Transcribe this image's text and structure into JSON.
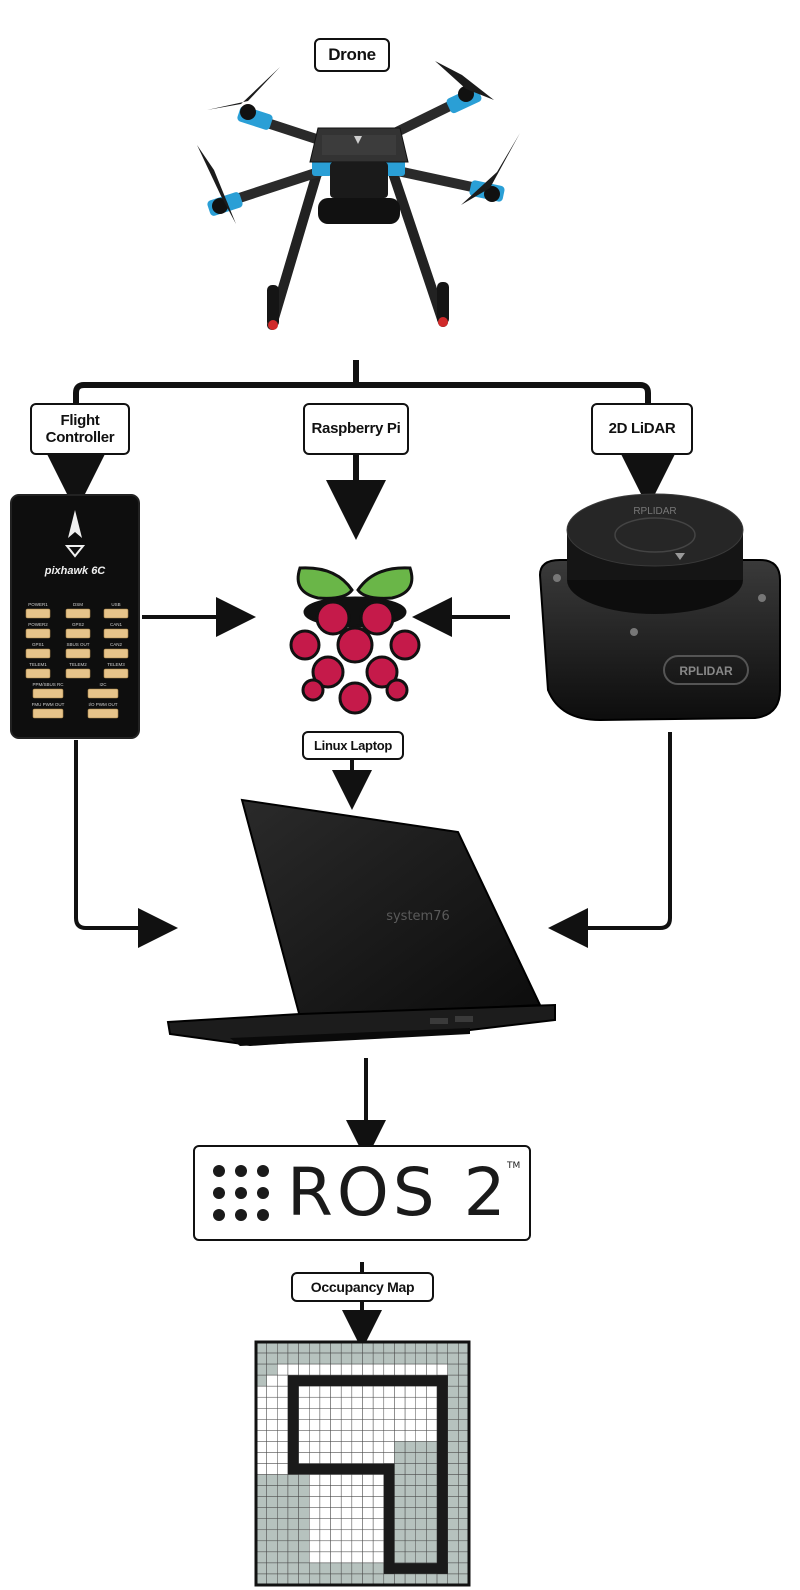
{
  "labels": {
    "drone": "Drone",
    "flight_controller_line1": "Flight",
    "flight_controller_line2": "Controller",
    "raspberry_pi": "Raspberry Pi",
    "lidar": "2D LiDAR",
    "linux_laptop": "Linux Laptop",
    "occupancy_map": "Occupancy Map"
  },
  "devices": {
    "pixhawk_brand": "pixhawk 6C",
    "pixhawk_ports": [
      "POWER1",
      "DSM",
      "USB",
      "POWER2",
      "GPS2",
      "CAN1",
      "GPS1",
      "SBUS OUT",
      "CAN2",
      "TELEM1",
      "TELEM2",
      "TELEM3",
      "PPM/SBUS RC",
      "I2C",
      "FMU PWM OUT",
      "I/O PWM OUT"
    ],
    "lidar_brand": "RPLIDAR",
    "laptop_brand": "system76"
  },
  "ros": {
    "text": "ROS 2",
    "tm": "TM"
  },
  "colors": {
    "ink": "#111111",
    "drone_accent": "#2a9fd6",
    "pi_leaf": "#6ab648",
    "pi_berry": "#c51a4a",
    "map_occupied": "#1a1a1a",
    "map_unknown": "#b6c2be",
    "map_free": "#ffffff"
  }
}
